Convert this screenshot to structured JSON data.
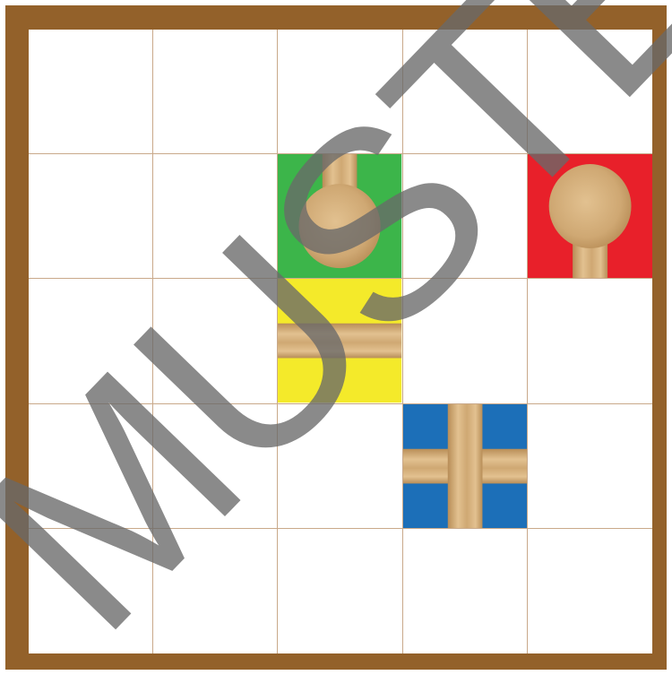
{
  "board": {
    "rows": 5,
    "cols": 5,
    "frame_color": "#93612a",
    "grid_line_color": "#c9a98a",
    "tiles": [
      {
        "row": 1,
        "col": 2,
        "piece": "end-cap-bottom",
        "color": "#3cb54a",
        "name": "green-tile"
      },
      {
        "row": 1,
        "col": 4,
        "piece": "end-cap-top",
        "color": "#e8202a",
        "name": "red-tile"
      },
      {
        "row": 2,
        "col": 2,
        "piece": "straight-horizontal",
        "color": "#f4ea2a",
        "name": "yellow-tile"
      },
      {
        "row": 3,
        "col": 3,
        "piece": "cross",
        "color": "#1c6fb8",
        "name": "blue-tile"
      }
    ]
  },
  "wood": {
    "light": "#e2c190",
    "mid": "#cfa873",
    "dark": "#b88d57"
  },
  "watermark": {
    "text": "MUSTER"
  }
}
